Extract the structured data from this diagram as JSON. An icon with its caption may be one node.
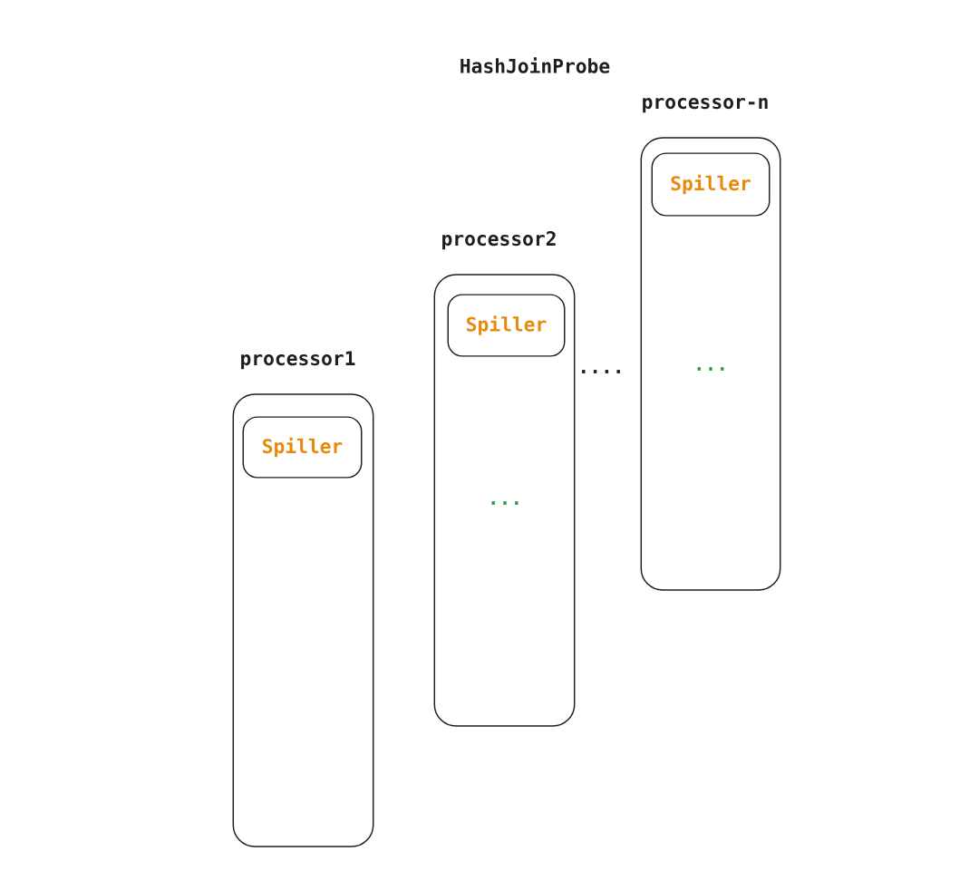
{
  "diagram": {
    "title": "HashJoinProbe",
    "nodes": [
      {
        "text": [
          "processor1"
        ]
      },
      {
        "text": [
          "Spiller"
        ],
        "in": 0
      },
      {
        "text": [
          "processor2",
          "..."
        ]
      },
      {
        "text": [
          "Spiller"
        ],
        "in": 2
      },
      {
        "text": [
          "processor-n",
          "..."
        ]
      },
      {
        "text": [
          "Spiller"
        ],
        "in": 4
      }
    ],
    "edges": [],
    "labels": [
      "...."
    ]
  }
}
